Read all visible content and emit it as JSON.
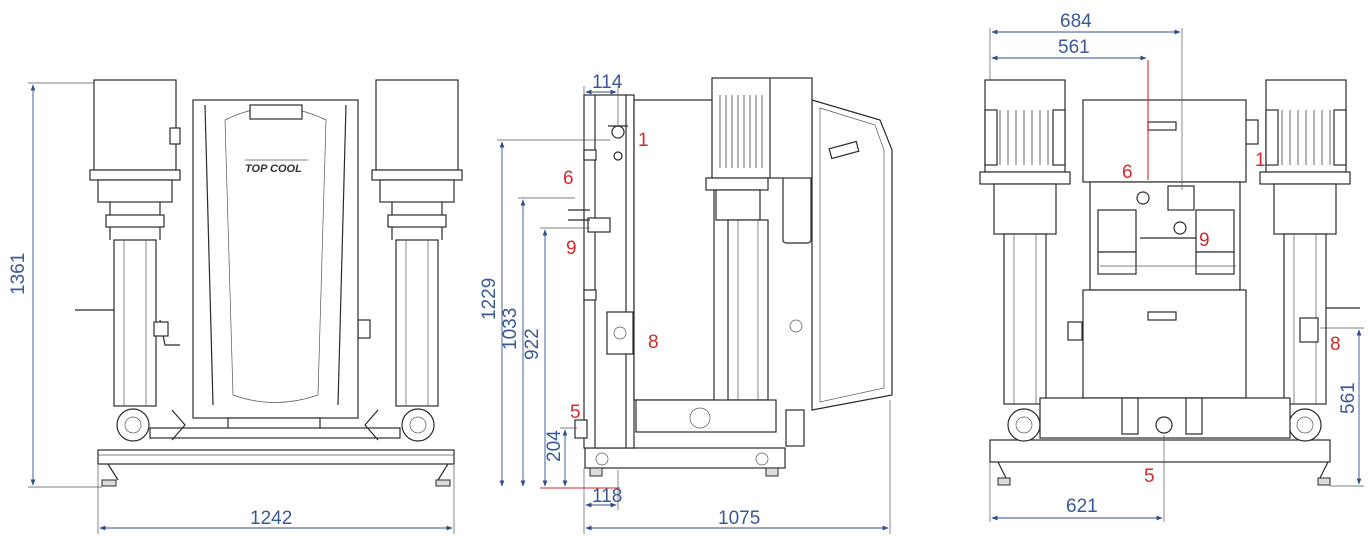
{
  "front_view": {
    "dimensions": {
      "height": "1361",
      "width": "1242"
    },
    "logo_text": "TOP COOL"
  },
  "side_view": {
    "dimensions": {
      "top_offset": "114",
      "h1": "1229",
      "h2": "1033",
      "h3": "922",
      "h4": "204",
      "bottom_offset": "118",
      "depth": "1075"
    },
    "callouts": {
      "c1": "1",
      "c6": "6",
      "c9": "9",
      "c8": "8",
      "c5": "5"
    }
  },
  "rear_view": {
    "dimensions": {
      "w_top": "684",
      "w_mid": "561",
      "w_bottom": "621",
      "h_right": "561"
    },
    "callouts": {
      "c6": "6",
      "c1": "1",
      "c9": "9",
      "c8": "8",
      "c5": "5"
    }
  },
  "colors": {
    "dimension": "#3b5998",
    "callout": "#d42a2a",
    "drawing": "#2b2b2b"
  }
}
